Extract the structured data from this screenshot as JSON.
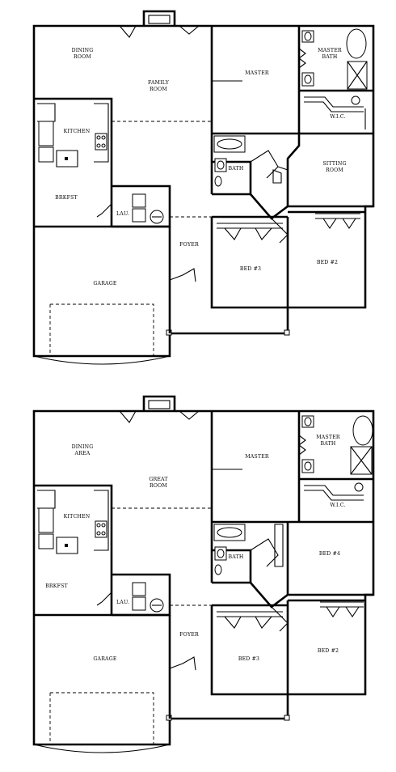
{
  "plan_a": {
    "dining": [
      "DINING",
      "ROOM"
    ],
    "family": [
      "FAMILY",
      "ROOM"
    ],
    "master": "MASTER",
    "master_bath": [
      "MASTER",
      "BATH"
    ],
    "wic": "W.I.C.",
    "kitchen": "KITCHEN",
    "bath": "BATH",
    "sitting": [
      "SITTING",
      "ROOM"
    ],
    "brkfst": "BRKFST",
    "laundry": "LAU.",
    "foyer": "FOYER",
    "bed3": "BED #3",
    "bed2": "BED #2",
    "garage": "GARAGE"
  },
  "plan_b": {
    "dining": [
      "DINING",
      "AREA"
    ],
    "great": [
      "GREAT",
      "ROOM"
    ],
    "master": "MASTER",
    "master_bath": [
      "MASTER",
      "BATH"
    ],
    "wic": "W.I.C.",
    "kitchen": "KITCHEN",
    "bath": "BATH",
    "bed4": "BED #4",
    "brkfst": "BRKFST",
    "laundry": "LAU.",
    "foyer": "FOYER",
    "bed3": "BED #3",
    "bed2": "BED #2",
    "garage": "GARAGE"
  }
}
